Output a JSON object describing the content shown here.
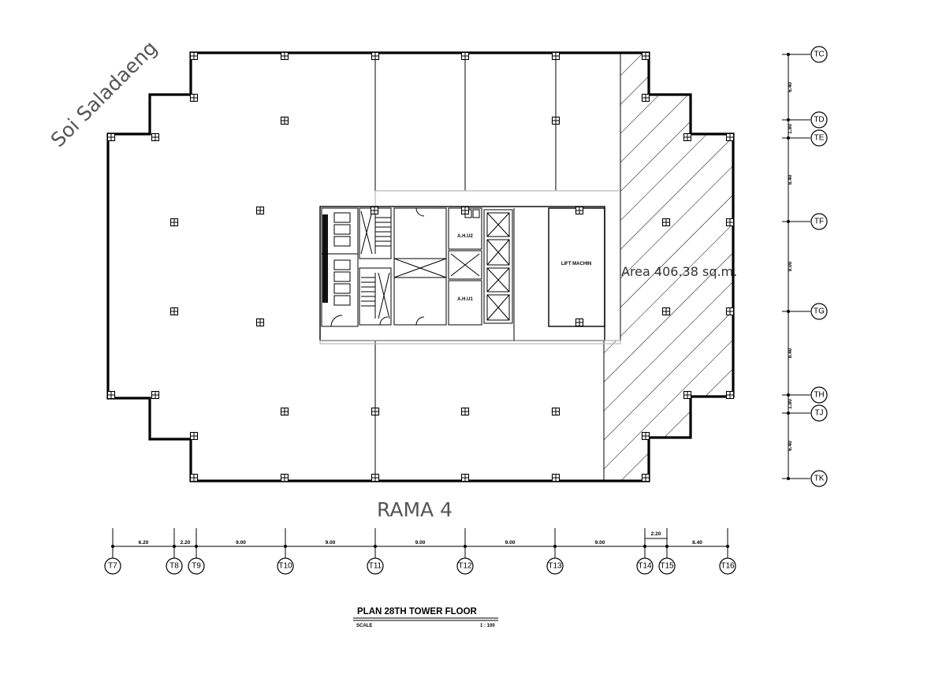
{
  "drawing": {
    "street_top_left": "Soi Saladaeng",
    "street_bottom": "RAMA 4",
    "area_label": "Area 406.38 sq.m.",
    "rooms": {
      "ahu2": "A.H.U2",
      "ahu1": "A.H.U1",
      "lift_machine": "LIFT MACHIN"
    },
    "title": "PLAN 28TH TOWER FLOOR",
    "scale_label": "SCALE",
    "scale_value": "1 : 100"
  },
  "grid": {
    "horizontal": [
      "T7",
      "T8",
      "T9",
      "T10",
      "T11",
      "T12",
      "T13",
      "T14",
      "T15",
      "T16"
    ],
    "horizontal_dims": [
      "6.20",
      "2.20",
      "9.00",
      "9.00",
      "9.00",
      "9.00",
      "9.00",
      "2.20",
      "8.40"
    ],
    "vertical": [
      "TC",
      "TD",
      "TE",
      "TF",
      "TG",
      "TH",
      "TJ",
      "TK"
    ],
    "vertical_dims": [
      "6.40",
      "1.80",
      "8.40",
      "9.00",
      "8.40",
      "1.80",
      "6.40"
    ]
  }
}
